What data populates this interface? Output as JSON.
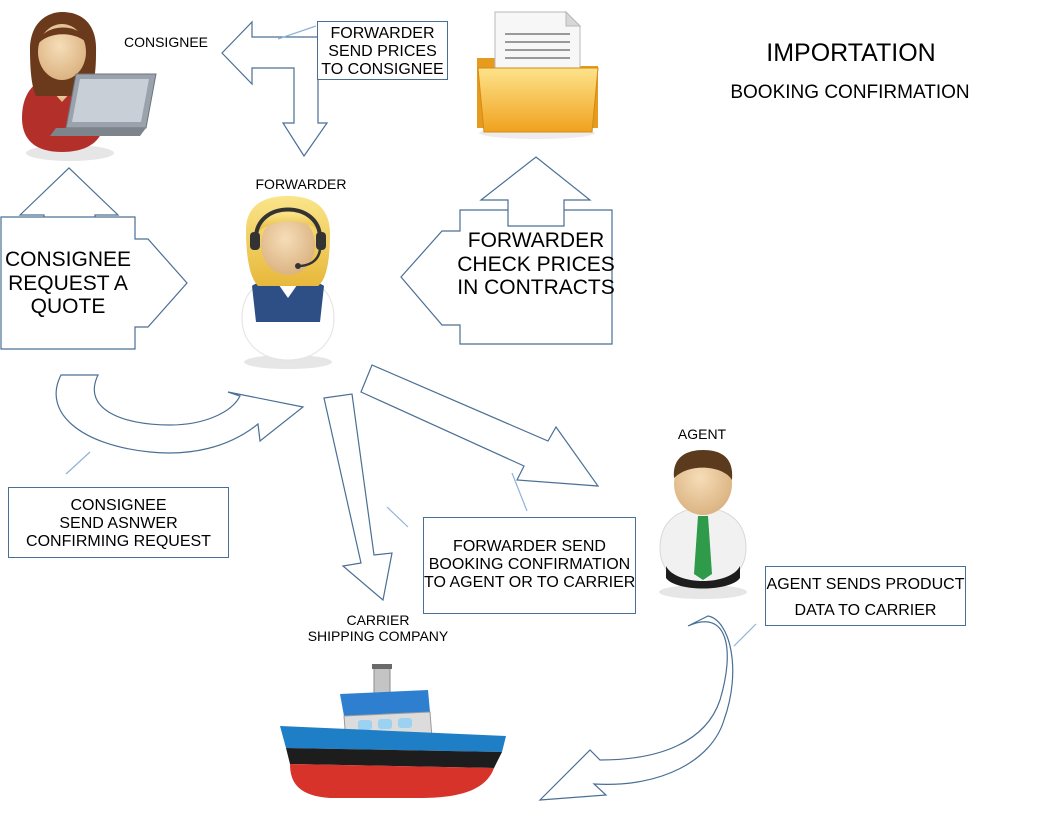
{
  "title": "IMPORTATION",
  "subtitle": "BOOKING CONFIRMATION",
  "actors": {
    "consignee": "CONSIGNEE",
    "forwarder": "FORWARDER",
    "agent": "AGENT",
    "carrier_line1": "CARRIER",
    "carrier_line2": "SHIPPING COMPANY"
  },
  "steps": {
    "request_quote": [
      "CONSIGNEE",
      "REQUEST A",
      "QUOTE"
    ],
    "check_prices": [
      "FORWARDER",
      "CHECK PRICES",
      "IN CONTRACTS"
    ],
    "send_prices": [
      "FORWARDER",
      "SEND PRICES",
      "TO CONSIGNEE"
    ],
    "confirm_request": [
      "CONSIGNEE",
      "SEND ASNWER",
      "CONFIRMING REQUEST"
    ],
    "booking_confirmation": [
      "FORWARDER SEND",
      "BOOKING CONFIRMATION",
      "TO AGENT OR TO CARRIER"
    ],
    "product_data": [
      "AGENT SENDS PRODUCT",
      "DATA TO CARRIER"
    ]
  },
  "colors": {
    "arrow_stroke": "#4a6f95",
    "folder": "#f5b02a",
    "consignee_shirt": "#b3302a",
    "forwarder_vest": "#2e4f86",
    "agent_tie": "#2f9a4a",
    "ship_hull_blue": "#1e7fc6",
    "ship_hull_red": "#d8332a",
    "ship_cabin": "#2e7fd0"
  },
  "icons": [
    "woman-laptop-icon",
    "folder-document-icon",
    "operator-headset-icon",
    "businessman-icon",
    "ship-icon"
  ]
}
